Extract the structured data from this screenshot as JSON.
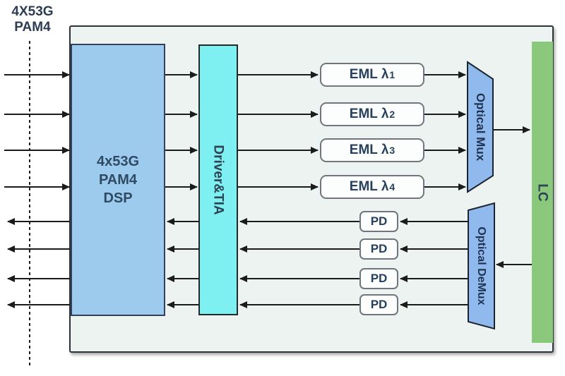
{
  "external_label": {
    "line1": "4X53G",
    "line2": "PAM4"
  },
  "module": {
    "dsp": {
      "lines": [
        "4x53G",
        "PAM4",
        "DSP"
      ]
    },
    "driver": {
      "label": "Driver&TIA"
    },
    "tx_channels": [
      {
        "base": "EML λ",
        "sub": "1"
      },
      {
        "base": "EML λ",
        "sub": "2"
      },
      {
        "base": "EML λ",
        "sub": "3"
      },
      {
        "base": "EML λ",
        "sub": "4"
      }
    ],
    "rx_channels": [
      {
        "label": "PD"
      },
      {
        "label": "PD"
      },
      {
        "label": "PD"
      },
      {
        "label": "PD"
      }
    ],
    "mux": {
      "label": "Optical Mux"
    },
    "demux": {
      "label": "Optical DeMux"
    },
    "lc": {
      "label": "LC"
    }
  },
  "colors": {
    "dsp_fill": "#9DCBEE",
    "driver_fill": "#7EF0F1",
    "mux_fill": "#90BAED",
    "demux_fill": "#90BAED",
    "lc_fill": "#8AC87C",
    "module_bg": "#EDF3F0",
    "label_text": "#2A455E",
    "line": "#1B1B1B"
  }
}
